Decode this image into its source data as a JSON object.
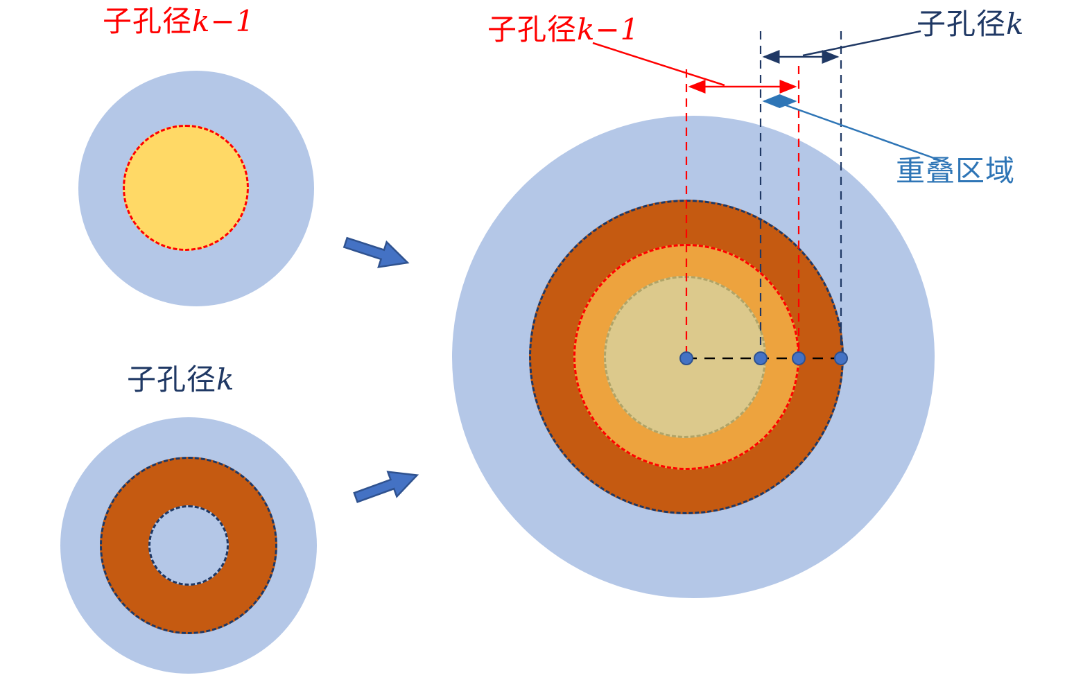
{
  "figure": {
    "description_visible_text_only": true,
    "labels": {
      "left_top": {
        "text": "子孔径",
        "var": "k−1"
      },
      "left_bottom": {
        "text": "子孔径",
        "var": "k"
      },
      "right_red": {
        "text": "子孔径",
        "var": "k−1"
      },
      "right_navy": {
        "text": "子孔径",
        "var": "k"
      },
      "overlap": {
        "text": "重叠区域"
      }
    },
    "colors": {
      "outer_disc_light_blue": "#b4c7e7",
      "core_yellow": "#ffd966",
      "ring_brown": "#c55a11",
      "overlap_orange": "#eda33e",
      "inner_tan": "#dcc98c",
      "red_dashed": "#ff0000",
      "navy_dashed": "#1f3864",
      "overlap_label_blue": "#2e75b6",
      "block_arrow_fill": "#4472c4",
      "block_arrow_stroke": "#2f528f",
      "center_line_black": "#000000"
    }
  }
}
